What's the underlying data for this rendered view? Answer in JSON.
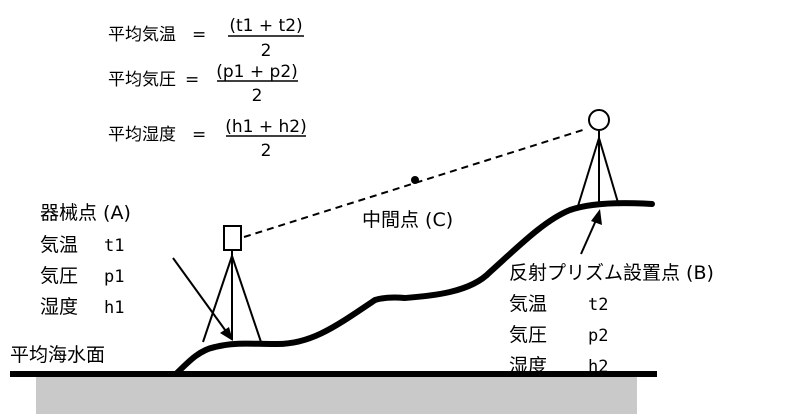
{
  "formulas": [
    {
      "label": "平均気温",
      "eq": "=",
      "numerator": "(t1 + t2)",
      "denominator": "2"
    },
    {
      "label": "平均気圧",
      "eq": "=",
      "numerator": "(p1 + p2)",
      "denominator": "2"
    },
    {
      "label": "平均湿度",
      "eq": "=",
      "numerator": "(h1 + h2)",
      "denominator": "2"
    }
  ],
  "instrument": {
    "title": "器械点 (A)",
    "rows": [
      {
        "label": "気温",
        "value": "t1"
      },
      {
        "label": "気圧",
        "value": "p1"
      },
      {
        "label": "湿度",
        "value": "h1"
      }
    ]
  },
  "midpoint": {
    "title": "中間点 (C)"
  },
  "prism": {
    "title": "反射プリズム設置点 (B)",
    "rows": [
      {
        "label": "気温",
        "value": "t2"
      },
      {
        "label": "気圧",
        "value": "p2"
      },
      {
        "label": "湿度",
        "value": "h2"
      }
    ]
  },
  "sea_level_label": "平均海水面"
}
